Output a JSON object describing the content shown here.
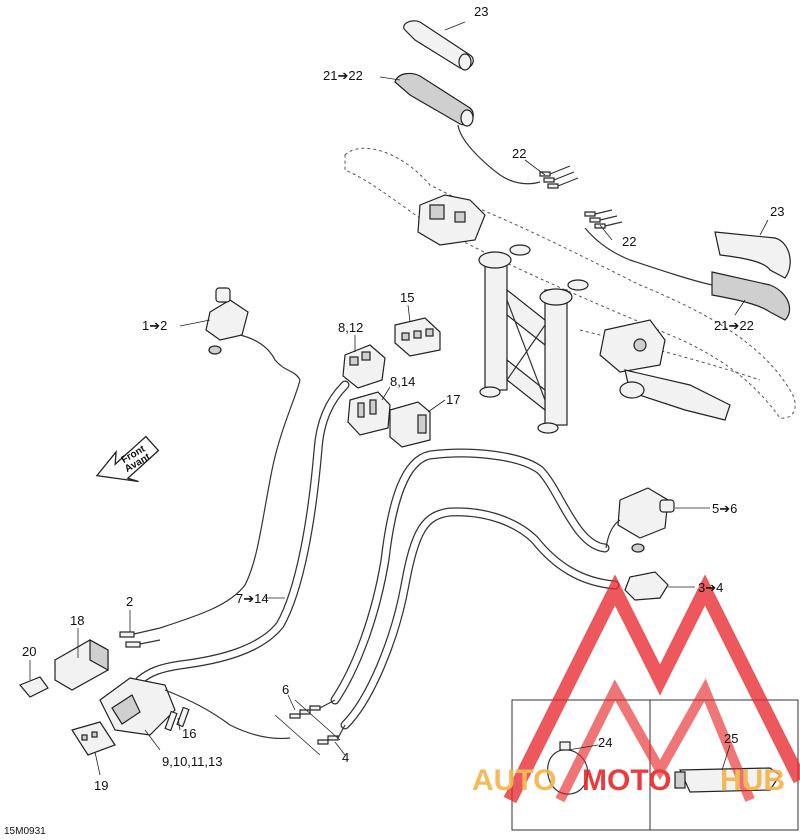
{
  "labels": {
    "l23_top": "23",
    "l21_22_top": "21➔22",
    "l22_a": "22",
    "l22_b": "22",
    "l23_right": "23",
    "l21_22_right": "21➔22",
    "l1_2": "1➔2",
    "l8_12": "8,12",
    "l15": "15",
    "l8_14": "8,14",
    "l17": "17",
    "l5_6": "5➔6",
    "l3_4": "3➔4",
    "l7_14": "7➔14",
    "l2": "2",
    "l18": "18",
    "l20": "20",
    "l16": "16",
    "l19": "19",
    "l9_13": "9,10,11,13",
    "l6": "6",
    "l4": "4",
    "l24": "24",
    "l25": "25",
    "code": "15M0931"
  },
  "front_arrow": {
    "line1": "Front",
    "line2": "Avant"
  },
  "watermark": {
    "part1": "AUTO",
    "part2": "MOTO",
    "part3": "HUB",
    "color": "#e8262a",
    "color2": "#f3b34a"
  }
}
